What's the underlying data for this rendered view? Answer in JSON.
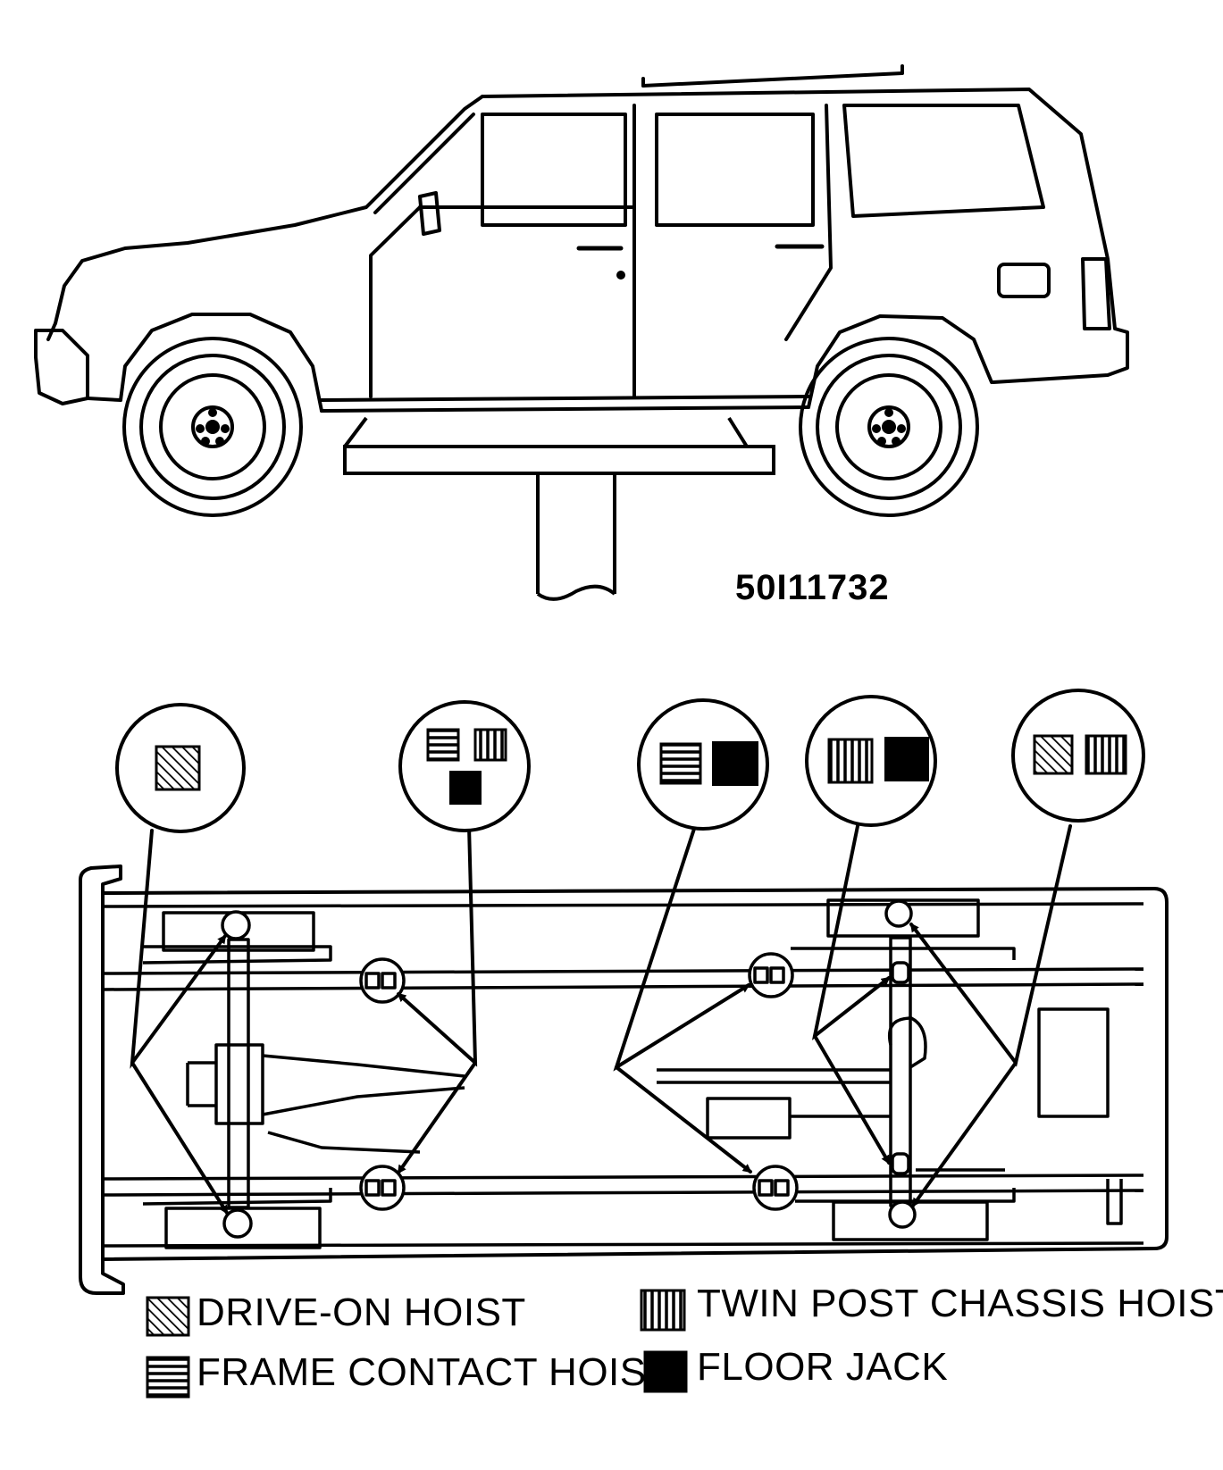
{
  "figure_id": "50I11732",
  "legend": [
    {
      "label": "DRIVE-ON HOIST",
      "pattern": "diagonal"
    },
    {
      "label": "TWIN POST CHASSIS HOIST",
      "pattern": "vertical"
    },
    {
      "label": "FRAME CONTACT HOIST",
      "pattern": "horizontal"
    },
    {
      "label": "FLOOR JACK",
      "pattern": "solid"
    }
  ],
  "colors": {
    "ink": "#000000",
    "paper": "#ffffff"
  }
}
